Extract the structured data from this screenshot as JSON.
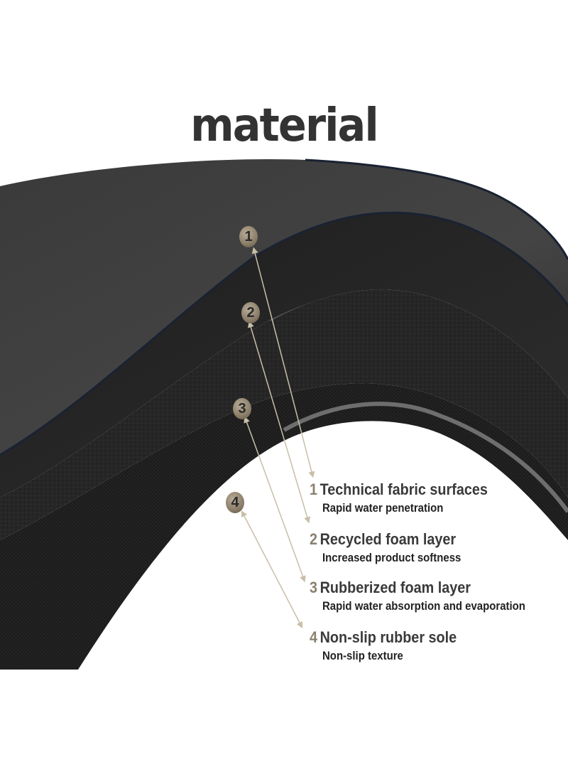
{
  "title": "material",
  "markers": [
    {
      "number": "1"
    },
    {
      "number": "2"
    },
    {
      "number": "3"
    },
    {
      "number": "4"
    }
  ],
  "layers": [
    {
      "number": "1",
      "name": "Technical fabric surfaces",
      "description": "Rapid water penetration"
    },
    {
      "number": "2",
      "name": "Recycled foam layer",
      "description": "Increased product softness"
    },
    {
      "number": "3",
      "name": "Rubberized foam layer",
      "description": "Rapid water absorption and evaporation"
    },
    {
      "number": "4",
      "name": "Non-slip rubber sole",
      "description": "Non-slip texture"
    }
  ],
  "colors": {
    "marker": "#8a7d68",
    "number_text": "#8a8070",
    "heading_text": "#3a3a3a",
    "fabric": "#3c3c3c",
    "foam": "#262626",
    "sole": "#1c1c1c"
  }
}
